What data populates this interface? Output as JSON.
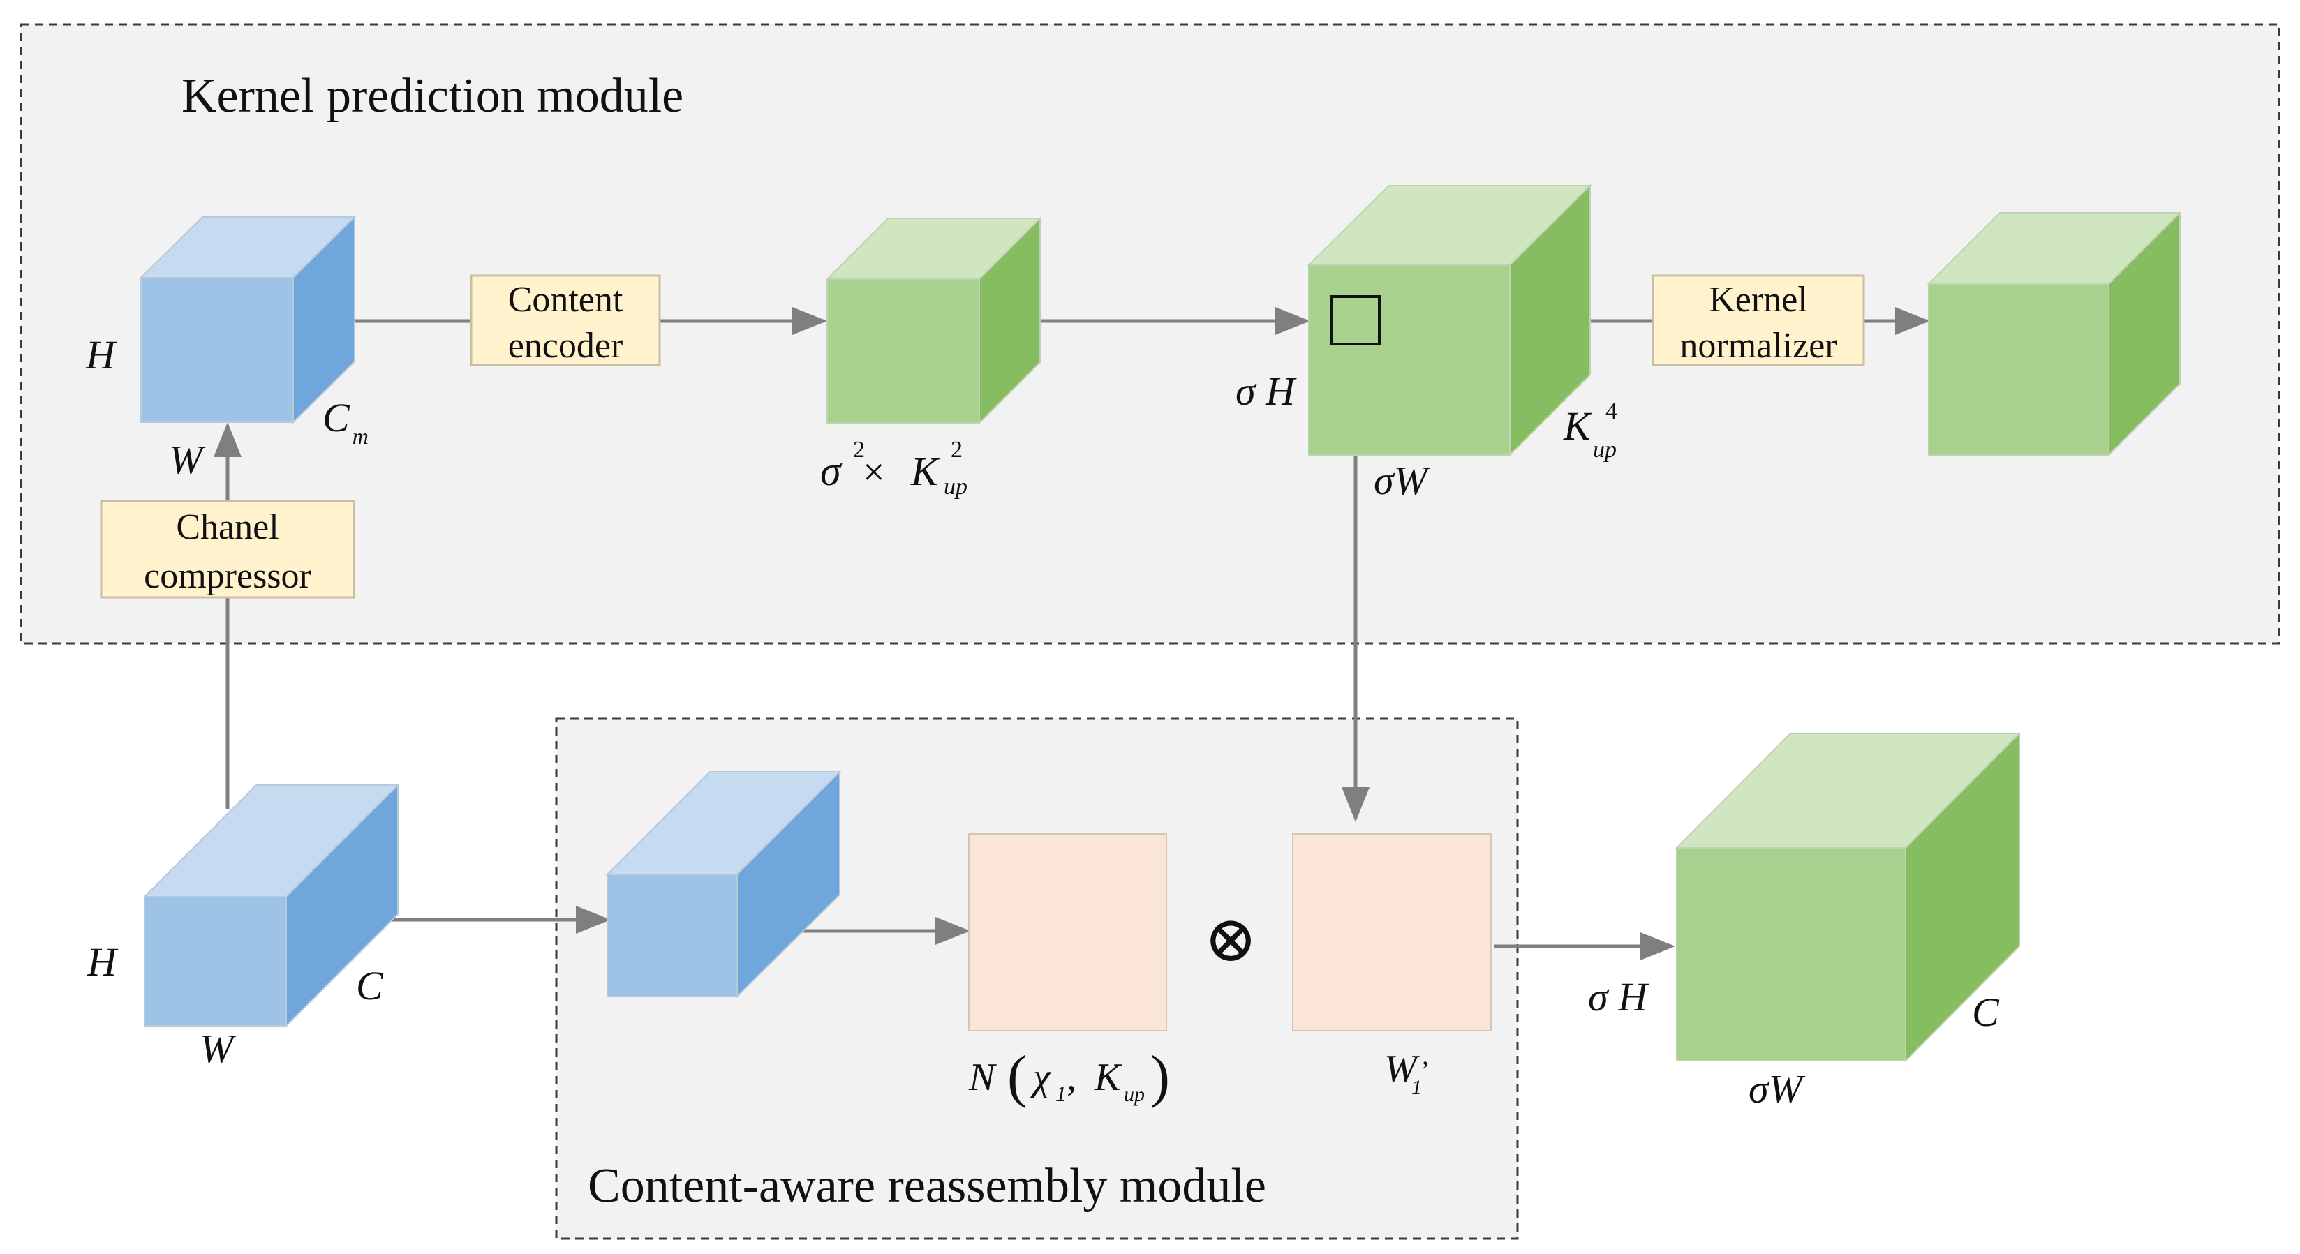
{
  "colors": {
    "module_bg": "#f2f2f2",
    "module_border": "#3a3a3a",
    "arrow": "#7f7f7f",
    "label_box_fill": "#fff2cc",
    "label_box_stroke": "#c8bfa2",
    "blue_front": "#9dc3e6",
    "blue_top": "#c5dcf0",
    "blue_side": "#6fa6db",
    "green_front": "#a9d18e",
    "green_top": "#cfe6c0",
    "green_side": "#86bd60",
    "peach": "#fbe5d6"
  },
  "modules": {
    "kernel_prediction": {
      "title": "Kernel prediction module"
    },
    "content_aware": {
      "title": "Content-aware reassembly module"
    }
  },
  "boxes": {
    "content_encoder": {
      "line1": "Content",
      "line2": "encoder"
    },
    "kernel_normalizer": {
      "line1": "Kernel",
      "line2": "normalizer"
    },
    "chanel_compressor": {
      "line1": "Chanel",
      "line2": "compressor"
    }
  },
  "labels": {
    "in1_h": "H",
    "in1_w": "W",
    "in1_c": "C",
    "in1_c_sub": "m",
    "enc_sigma": "σ",
    "enc_sigma_sup": "2",
    "enc_times": " × ",
    "enc_k": "K",
    "enc_k_sup": "2",
    "enc_k_sub": "up",
    "big_sh_sigma": "σ",
    "big_sh_h": " H",
    "big_sw_sigma": "σ",
    "big_sw_w": "W",
    "big_k": "K",
    "big_k_sup": "4",
    "big_k_sub": "up",
    "in2_h": "H",
    "in2_w": "W",
    "in2_c": "C",
    "n_func": "N",
    "n_chi": "χ",
    "n_chi_sub": "1",
    "n_comma": ", ",
    "n_k": "K",
    "n_k_sub": "up",
    "w_label": "W",
    "w_label_sub": "1",
    "w_label_prime": "’",
    "otimes": "⊗",
    "out_sh_sigma": "σ",
    "out_sh_h": " H",
    "out_c": "C",
    "out_sw_sigma": "σ",
    "out_sw_w": "W"
  }
}
